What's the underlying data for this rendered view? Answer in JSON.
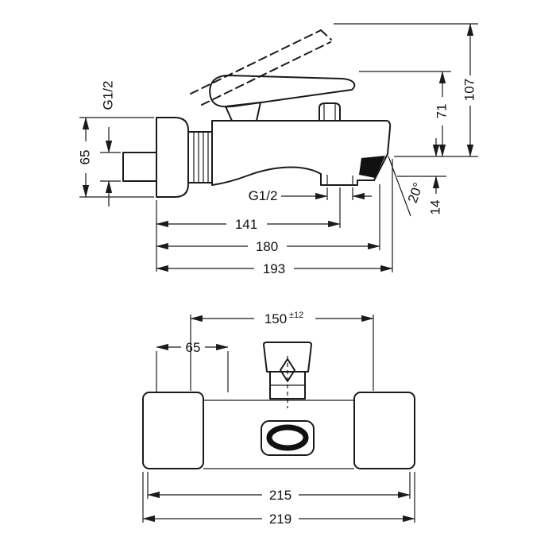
{
  "colors": {
    "background": "#ffffff",
    "line": "#1a1a1a"
  },
  "side_view": {
    "dims": {
      "total_height": "107",
      "handle_height": "71",
      "wall_thread": "G1/2",
      "escutcheon": "65",
      "outlet_thread": "G1/2",
      "outlet_depth": "141",
      "spout_depth": "180",
      "total_depth": "193",
      "spout_angle": "20°",
      "spout_drop": "14"
    }
  },
  "front_view": {
    "dims": {
      "connection_distance": "150",
      "connection_tolerance": "±12",
      "edge_offset": "65",
      "body_width": "215",
      "total_width": "219"
    }
  }
}
